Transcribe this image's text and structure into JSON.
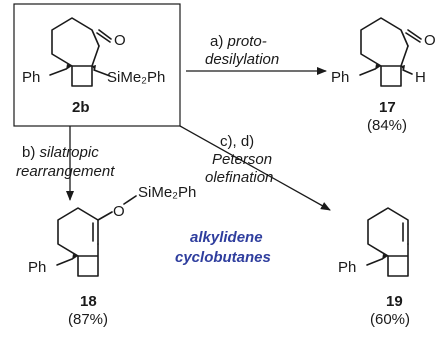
{
  "compounds": {
    "c2b": {
      "atom_o": "O",
      "atom_ph": "Ph",
      "atom_si": "SiMe₂Ph",
      "label": "2b"
    },
    "c17": {
      "atom_o": "O",
      "atom_ph": "Ph",
      "atom_h": "H",
      "label": "17",
      "yield": "(84%)"
    },
    "c18": {
      "atom_o": "O",
      "atom_si": "SiMe₂Ph",
      "atom_ph": "Ph",
      "label": "18",
      "yield": "(87%)"
    },
    "c19": {
      "atom_ph": "Ph",
      "label": "19",
      "yield": "(60%)"
    }
  },
  "arrows": {
    "a": {
      "line1": "a) proto-",
      "line2": "desilylation"
    },
    "b": {
      "line1": "b) silatropic",
      "line2": "rearrangement"
    },
    "cd": {
      "line1": "c), d)",
      "line2": "Peterson",
      "line3": "olefination"
    }
  },
  "center_label": {
    "line1": "alkylidene",
    "line2": "cyclobutanes"
  },
  "colors": {
    "accent": "#2f3e9e",
    "ink": "#1a1a1a"
  }
}
